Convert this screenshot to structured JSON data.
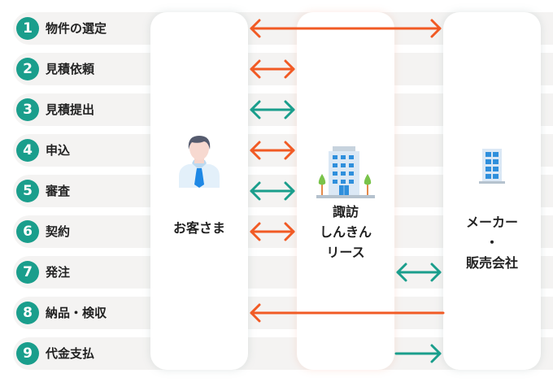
{
  "steps": [
    {
      "num": "1",
      "label": "物件の選定"
    },
    {
      "num": "2",
      "label": "見積依頼"
    },
    {
      "num": "3",
      "label": "見積提出"
    },
    {
      "num": "4",
      "label": "申込"
    },
    {
      "num": "5",
      "label": "審査"
    },
    {
      "num": "6",
      "label": "契約"
    },
    {
      "num": "7",
      "label": "発注"
    },
    {
      "num": "8",
      "label": "納品・検収"
    },
    {
      "num": "9",
      "label": "代金支払"
    }
  ],
  "parties": {
    "customer": {
      "label": "お客さま",
      "icon": "person-icon"
    },
    "lease": {
      "label": "諏訪\nしんきん\nリース",
      "icon": "office-building-icon"
    },
    "maker": {
      "label": "メーカー\n・\n販売会社",
      "icon": "building-icon"
    }
  },
  "colors": {
    "orange": "#f15a24",
    "teal": "#1a9e8c",
    "badge": "#1a9e8c"
  },
  "flows": [
    {
      "step": 1,
      "from": "customer",
      "to": "maker",
      "dir": "both",
      "color": "orange"
    },
    {
      "step": 2,
      "from": "customer",
      "to": "lease",
      "dir": "both",
      "color": "orange"
    },
    {
      "step": 3,
      "from": "customer",
      "to": "lease",
      "dir": "both",
      "color": "teal"
    },
    {
      "step": 4,
      "from": "customer",
      "to": "lease",
      "dir": "both",
      "color": "orange"
    },
    {
      "step": 5,
      "from": "customer",
      "to": "lease",
      "dir": "both",
      "color": "teal"
    },
    {
      "step": 6,
      "from": "customer",
      "to": "lease",
      "dir": "both",
      "color": "orange"
    },
    {
      "step": 7,
      "from": "lease",
      "to": "maker",
      "dir": "both",
      "color": "teal"
    },
    {
      "step": 8,
      "from": "maker",
      "to": "customer",
      "dir": "left",
      "color": "orange"
    },
    {
      "step": 9,
      "from": "lease",
      "to": "maker",
      "dir": "right",
      "color": "teal"
    }
  ]
}
